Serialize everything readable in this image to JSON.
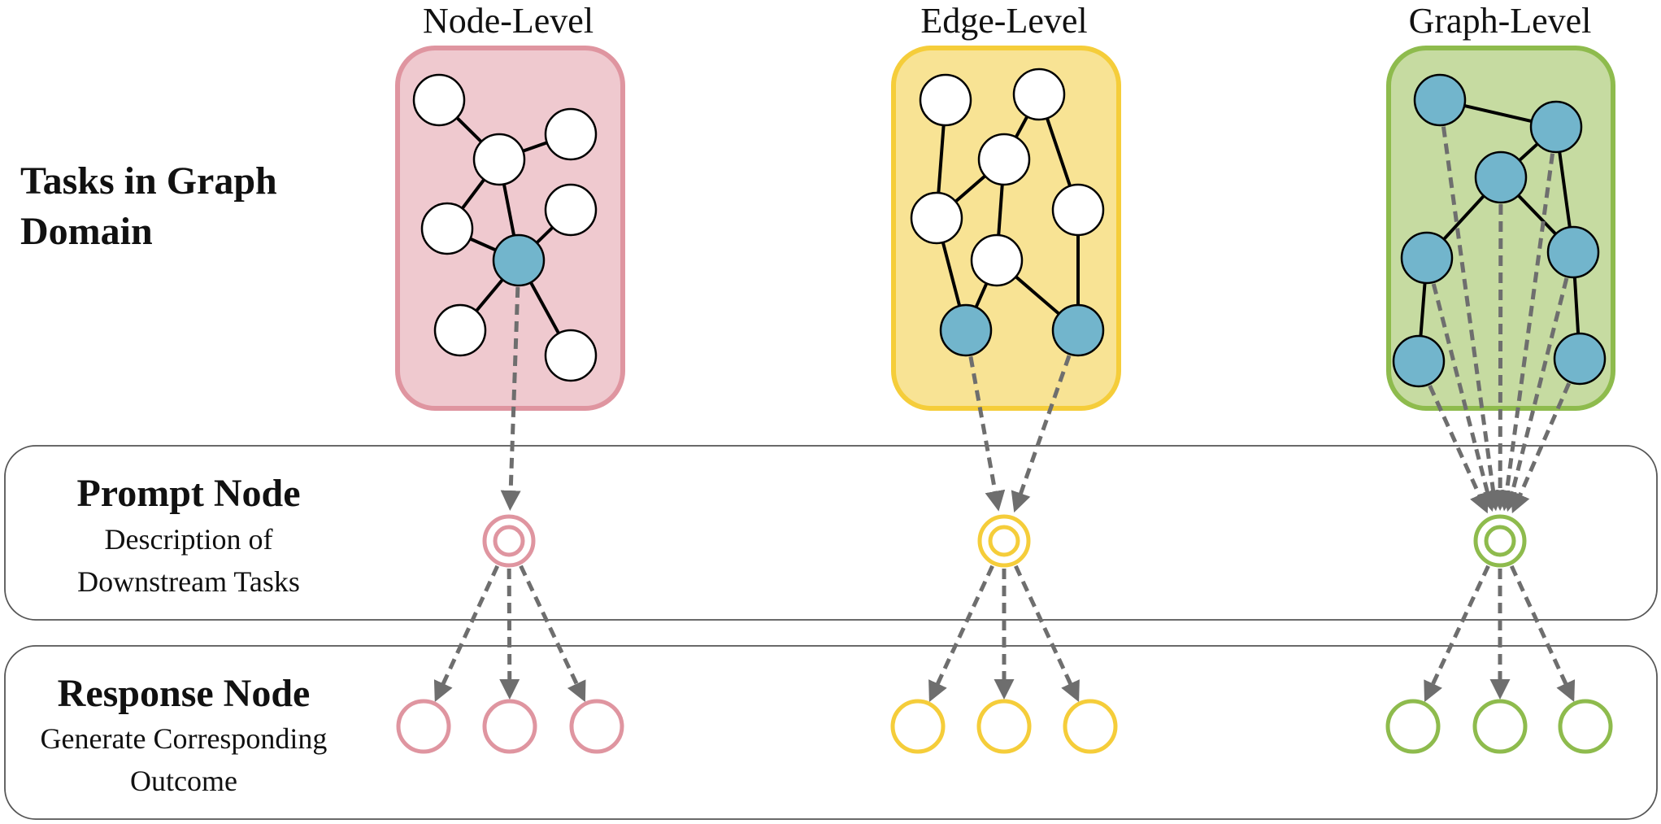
{
  "rows": {
    "tasks": {
      "title_line1": "Tasks in Graph",
      "title_line2": "Domain"
    },
    "prompt": {
      "title": "Prompt Node",
      "subtitle_line1": "Description of",
      "subtitle_line2": "Downstream Tasks"
    },
    "response": {
      "title": "Response Node",
      "subtitle_line1": "Generate Corresponding",
      "subtitle_line2": "Outcome"
    }
  },
  "panels": [
    {
      "title": "Node-Level",
      "fill": "#efc9cf",
      "border": "#df95a0",
      "ring": "#df95a0"
    },
    {
      "title": "Edge-Level",
      "fill": "#f8e394",
      "border": "#f5cd3a",
      "ring": "#f5cd3a"
    },
    {
      "title": "Graph-Level",
      "fill": "#c6dba1",
      "border": "#8ebb4d",
      "ring": "#8ebb4d"
    }
  ],
  "colors": {
    "node_white": "#ffffff",
    "node_blue": "#72b5cc",
    "edge": "#000000",
    "arrow": "#6e6e6e"
  }
}
